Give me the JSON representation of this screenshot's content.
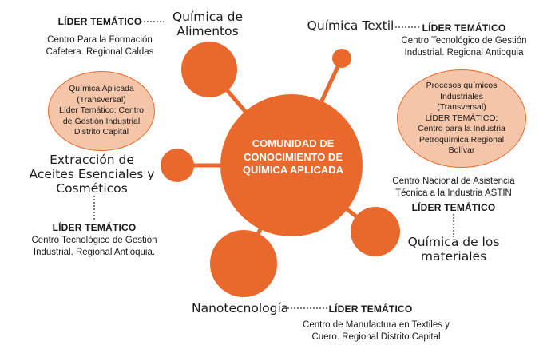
{
  "colors": {
    "accent": "#e9692c",
    "oval_fill": "#f4c5a9",
    "text": "#1a1a1a"
  },
  "center": {
    "title": "COMUNIDAD DE\nCONOCIMIENTO DE\nQUÍMICA APLICADA"
  },
  "nodes": [
    {
      "topic": "Química de\nAlimentos",
      "leader_label": "LÍDER TEMÁTICO",
      "leader": "Centro Para la Formación\nCafetera. Regional Caldas"
    },
    {
      "topic": "Química Textil",
      "leader_label": "LÍDER TEMÁTICO",
      "leader": "Centro Tecnológico de Gestión\nIndustrial. Regional Antioquia"
    },
    {
      "topic": "Extracción de\nAceites Esenciales y\nCosméticos",
      "leader_label": "LÍDER TEMÁTICO",
      "leader": "Centro Tecnológico de Gestión\nIndustrial. Regional Antioquia."
    },
    {
      "topic": "Química de los\nmateriales",
      "leader_label": "LÍDER TEMÁTICO",
      "leader": "Centro Nacional de Asistencia\nTécnica a la Industria  ASTIN"
    },
    {
      "topic": "Nanotecnología",
      "leader_label": "LÍDER TEMÁTICO",
      "leader": "Centro de Manufactura en Textiles y\nCuero. Regional Distrito Capital"
    }
  ],
  "transversal": [
    {
      "text": "Química Aplicada\n(Transversal)\nLíder Temático: Centro\nde Gestión Industrial\nDistrito Capital"
    },
    {
      "text": "Procesos químicos\nIndustriales\n(Transversal)\nLÍDER TEMÁTICO:\nCentro para la Industria\nPetroquímica Regional\nBolívar"
    }
  ]
}
